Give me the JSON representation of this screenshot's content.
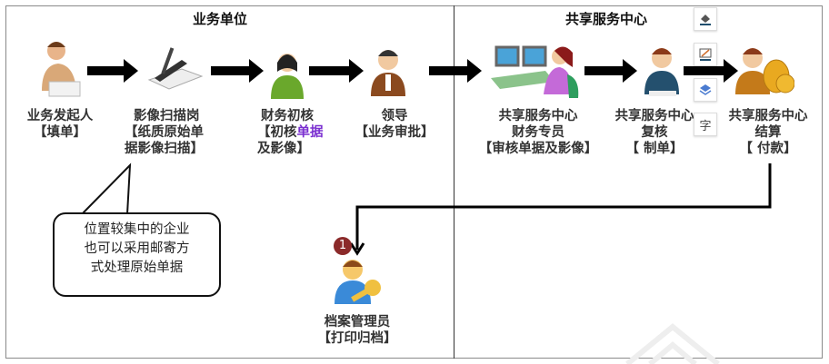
{
  "sections": {
    "left": "业务单位",
    "right": "共享服务中心"
  },
  "nodes": [
    {
      "id": "initiator",
      "lines": [
        "业务发起人",
        "【填单】"
      ]
    },
    {
      "id": "scanner",
      "lines": [
        "影像扫描岗",
        "【纸质原始单",
        "据影像扫描】"
      ]
    },
    {
      "id": "finance-review",
      "line1": "财务初核",
      "line2_a": "【初核",
      "line2_b": "单据",
      "line3": "及影像】"
    },
    {
      "id": "leader",
      "lines": [
        "领导",
        "【业务审批】"
      ]
    },
    {
      "id": "ssc-specialist",
      "lines": [
        "共享服务中心",
        "财务专员",
        "【审核单据及影像】"
      ]
    },
    {
      "id": "ssc-review",
      "lines": [
        "共享服务中心",
        "复核",
        "【 制单】"
      ]
    },
    {
      "id": "ssc-settlement",
      "lines": [
        "共享服务中心",
        "结算",
        "【 付款】"
      ]
    },
    {
      "id": "archivist",
      "lines": [
        "档案管理员",
        "【打印归档】"
      ]
    }
  ],
  "callout": [
    "位置较集中的企业",
    "也可以采用邮寄方",
    "式处理原始单据"
  ],
  "badge": "1",
  "toolbar": [
    {
      "icon": "fill-color-icon"
    },
    {
      "icon": "line-color-icon"
    },
    {
      "icon": "layers-icon"
    },
    {
      "icon": "text-format-icon",
      "label": "字"
    }
  ],
  "colors": {
    "accent_text": "#7a2fd0",
    "badge": "#8b2a2a"
  }
}
